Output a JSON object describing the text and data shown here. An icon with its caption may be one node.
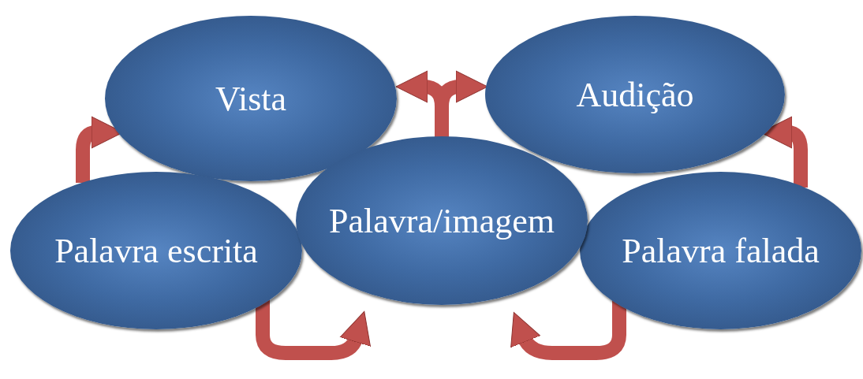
{
  "diagram": {
    "nodes": [
      {
        "text": [
          "Vista"
        ]
      },
      {
        "text": [
          "Audição"
        ]
      },
      {
        "text": [
          "Palavra/imagem"
        ]
      },
      {
        "text": [
          "Palavra escrita"
        ]
      },
      {
        "text": [
          "Palavra falada"
        ]
      }
    ],
    "edges": [
      {
        "from": 3,
        "to": 0,
        "arrow": "to"
      },
      {
        "from": 2,
        "to": 0,
        "arrow": "to"
      },
      {
        "from": 2,
        "to": 1,
        "arrow": "to"
      },
      {
        "from": 4,
        "to": 1,
        "arrow": "to"
      },
      {
        "from": 3,
        "to": 2,
        "arrow": "to"
      },
      {
        "from": 4,
        "to": 2,
        "arrow": "to"
      }
    ]
  }
}
